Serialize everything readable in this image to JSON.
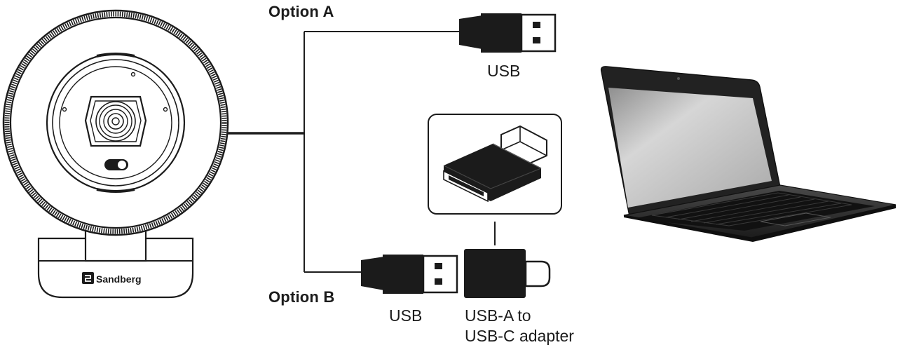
{
  "labels": {
    "option_a": "Option A",
    "option_b": "Option B",
    "usb_top": "USB",
    "usb_bottom": "USB",
    "adapter_line1": "USB-A to",
    "adapter_line2": "USB-C adapter",
    "brand": "Sandberg"
  },
  "colors": {
    "ink": "#1b1b1b",
    "cable": "#1e1e1e",
    "laptop_body": "#2a2a2a",
    "screen": "#bdbdbd"
  }
}
